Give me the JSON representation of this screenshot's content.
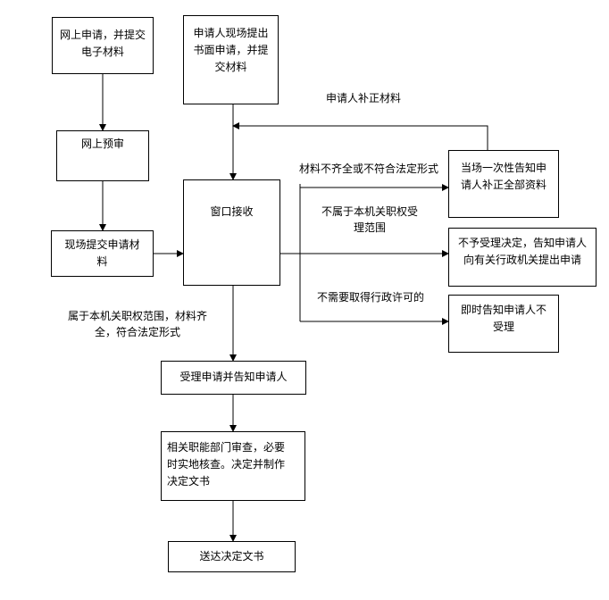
{
  "boxes": {
    "online_apply": [
      "网上申请，并提交",
      "电子材料"
    ],
    "onsite_paper": [
      "申请人现场提出",
      "书面申请，并提",
      "交材料"
    ],
    "online_review": "网上预审",
    "onsite_submit": [
      "现场提交申请材",
      "料"
    ],
    "window_receive": "窗口接收",
    "notify_supplement": [
      "当场一次性告知申",
      "请人补正全部资料"
    ],
    "not_accept_decision": [
      "不予受理决定，告知申请人",
      "向有关行政机关提出申请"
    ],
    "notify_not_accept": [
      "即时告知申请人不",
      "受理"
    ],
    "accept_notify": "受理申请并告知申请人",
    "department_review": [
      "相关职能部门审查，必要",
      "时实地核查。决定并制作",
      "决定文书"
    ],
    "deliver": "送达决定文书"
  },
  "labels": {
    "supplement_return": "申请人补正材料",
    "incomplete": "材料不齐全或不符合法定形式",
    "out_of_scope": [
      "不属于本机关职权受",
      "理范围"
    ],
    "no_permit_needed": "不需要取得行政许可的",
    "in_scope": [
      "属于本机关职权范围，材料齐",
      "全，符合法定形式"
    ]
  }
}
